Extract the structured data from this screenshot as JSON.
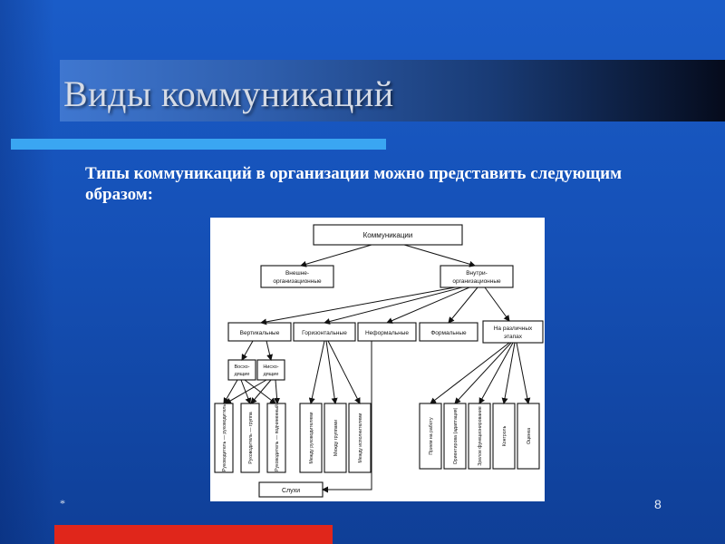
{
  "slide": {
    "title": "Виды коммуникаций",
    "subtitle": "Типы коммуникаций в организации можно представить следующим образом:",
    "footer_mark": "*",
    "page_number": "8",
    "colors": {
      "background": "#1550b6",
      "accent_bar": "#3aa6f2",
      "bottom_bar": "#e0261b",
      "title_text": "#d5dbe6"
    }
  },
  "diagram": {
    "root": "Коммуникации",
    "level1": [
      "Внешне-организационные",
      "Внутри-организационные"
    ],
    "level2": [
      "Вертикальные",
      "Горизонтальные",
      "Неформальные",
      "Формальные",
      "На различных этапах"
    ],
    "vertical_sub": [
      "Восходящие",
      "Нисходящие"
    ],
    "vertical_leaves": [
      "Руководитель — руководитель",
      "Руководитель — группа",
      "Руководитель — подчиненный"
    ],
    "horizontal_leaves": [
      "Между руководителями",
      "Между группами",
      "Между исполнителями"
    ],
    "stage_leaves": [
      "Прием на работу",
      "Ориентирова (адаптация)",
      "Зрелое функционирование",
      "Контроль",
      "Оценка"
    ],
    "rumors": "Слухи"
  }
}
